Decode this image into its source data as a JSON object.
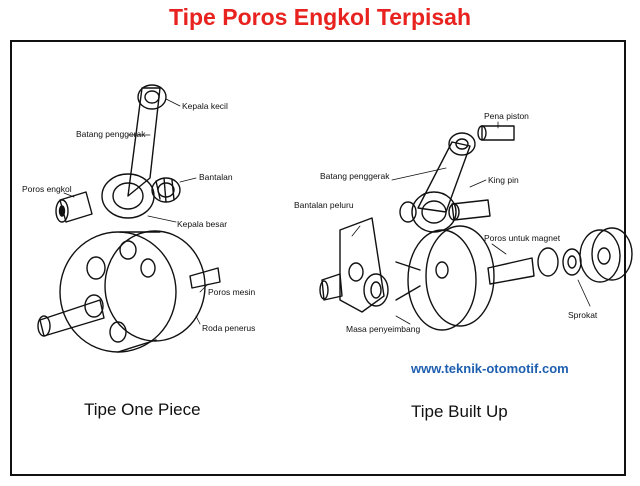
{
  "title": "Tipe Poros Engkol Terpisah",
  "left": {
    "caption": "Tipe One Piece",
    "labels": {
      "kepala_kecil": "Kepala kecil",
      "batang_penggerak": "Batang penggerak",
      "bantalan": "Bantalan",
      "poros_engkol": "Poros engkol",
      "kepala_besar": "Kepala besar",
      "poros_mesin": "Poros mesin",
      "roda_penerus": "Roda penerus"
    }
  },
  "right": {
    "caption": "Tipe Built Up",
    "labels": {
      "pena_piston": "Pena piston",
      "batang_penggerak": "Batang penggerak",
      "king_pin": "King pin",
      "bantalan_peluru": "Bantalan peluru",
      "poros_untuk_magnet": "Poros untuk magnet",
      "sprokat": "Sprokat",
      "masa_penyeimbang": "Masa penyeimbang"
    }
  },
  "website": "www.teknik-otomotif.com"
}
